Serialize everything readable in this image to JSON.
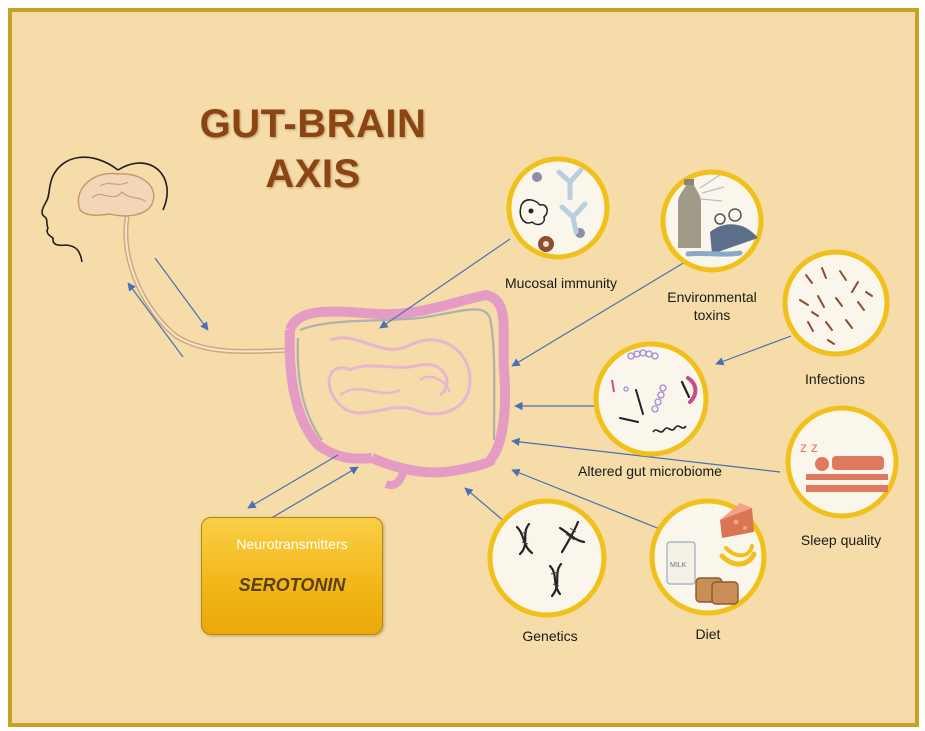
{
  "title": {
    "line1": "GUT-BRAIN",
    "line2": "AXIS"
  },
  "factors": {
    "mucosal_immunity": "Mucosal immunity",
    "environmental_toxins_line1": "Environmental",
    "environmental_toxins_line2": "toxins",
    "infections": "Infections",
    "altered_gut_microbiome": "Altered gut microbiome",
    "sleep_quality": "Sleep quality",
    "genetics": "Genetics",
    "diet": "Diet"
  },
  "neurotransmitter_box": {
    "heading": "Neurotransmitters",
    "name": "SEROTONIN"
  },
  "icon_text": {
    "milk": "MILK",
    "zzz": "z z"
  },
  "colors": {
    "background": "#f5dca8",
    "frame": "#c8a02a",
    "title": "#8b4513",
    "circle_border": "#f2c01a",
    "circle_fill": "#fbf6ec",
    "arrow": "#4a6fb5",
    "intestine": "#e49cc4",
    "nerve": "#d4a77a"
  }
}
